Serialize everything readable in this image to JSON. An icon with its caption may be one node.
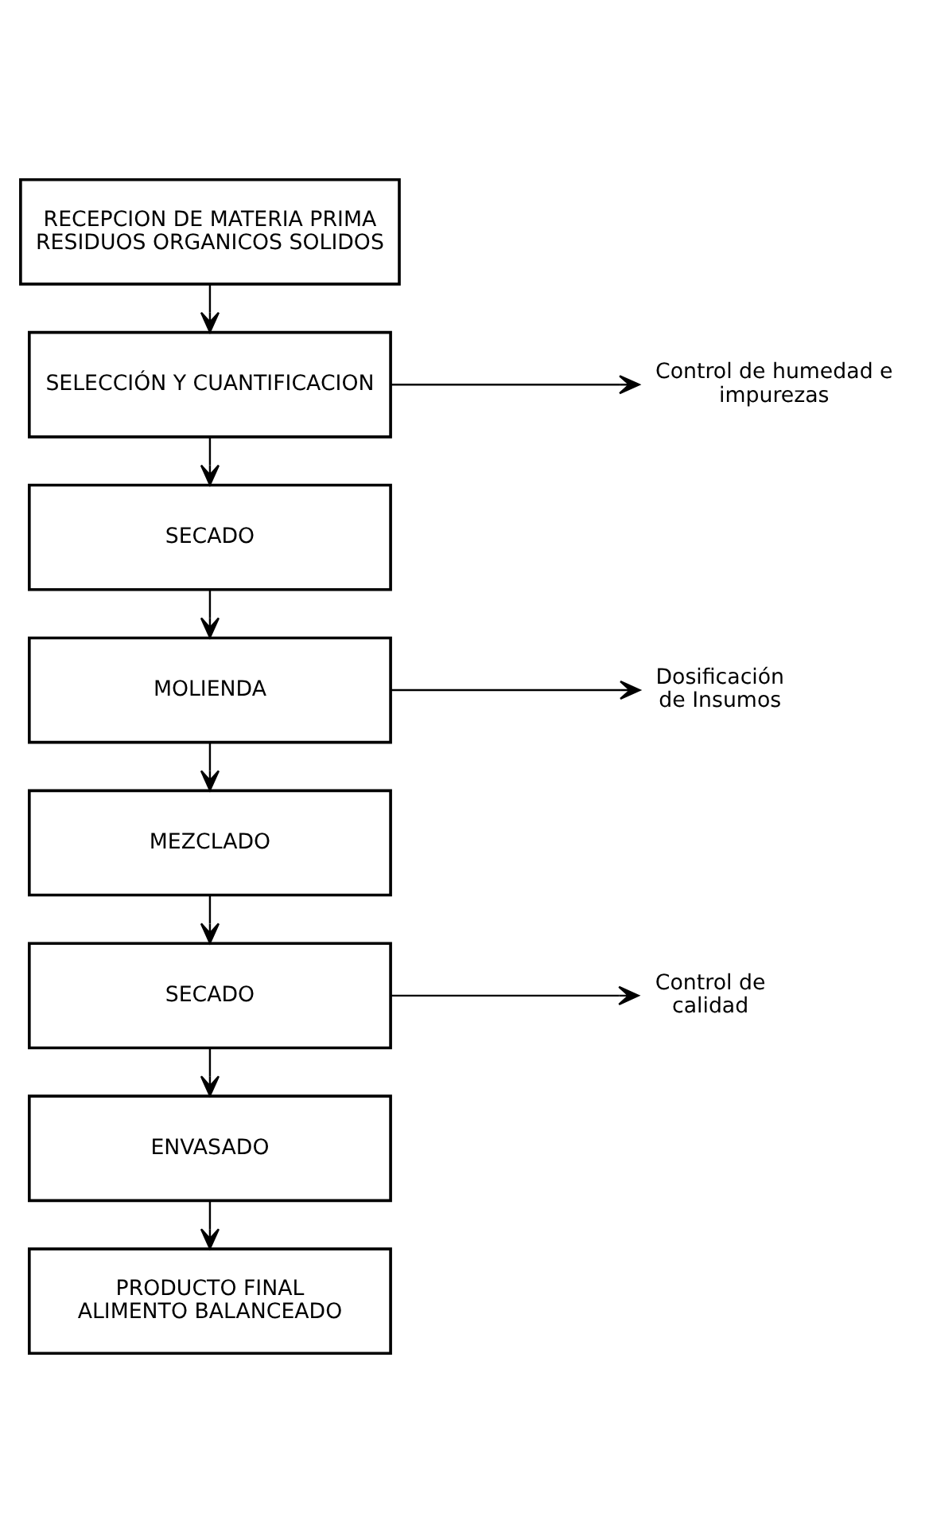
{
  "diagram": {
    "nodes": [
      {
        "text": [
          "RECEPCION DE MATERIA PRIMA RESIDUOS ORGANICOS SOLIDOS"
        ]
      },
      {
        "text": [
          "SELECCIÓN Y CUANTIFICACION"
        ]
      },
      {
        "text": [
          "Control de humedad e impurezas"
        ]
      },
      {
        "text": [
          "SECADO"
        ]
      },
      {
        "text": [
          "MOLIENDA"
        ]
      },
      {
        "text": [
          "Dosificación de Insumos"
        ]
      },
      {
        "text": [
          "MEZCLADO"
        ]
      },
      {
        "text": [
          "SECADO"
        ]
      },
      {
        "text": [
          "Control de calidad"
        ]
      },
      {
        "text": [
          "ENVASADO"
        ]
      },
      {
        "text": [
          "PRODUCTO FINAL ALIMENTO BALANCEADO"
        ]
      }
    ],
    "edges": [
      {
        "from": 0,
        "to": 1,
        "arrow": "to"
      },
      {
        "from": 1,
        "to": 2,
        "arrow": "to"
      },
      {
        "from": 1,
        "to": 3,
        "arrow": "to"
      },
      {
        "from": 3,
        "to": 4,
        "arrow": "to"
      },
      {
        "from": 4,
        "to": 5,
        "arrow": "to"
      },
      {
        "from": 4,
        "to": 6,
        "arrow": "to"
      },
      {
        "from": 6,
        "to": 7,
        "arrow": "to"
      },
      {
        "from": 7,
        "to": 8,
        "arrow": "to"
      },
      {
        "from": 7,
        "to": 9,
        "arrow": "to"
      },
      {
        "from": 9,
        "to": 10,
        "arrow": "to"
      }
    ]
  }
}
